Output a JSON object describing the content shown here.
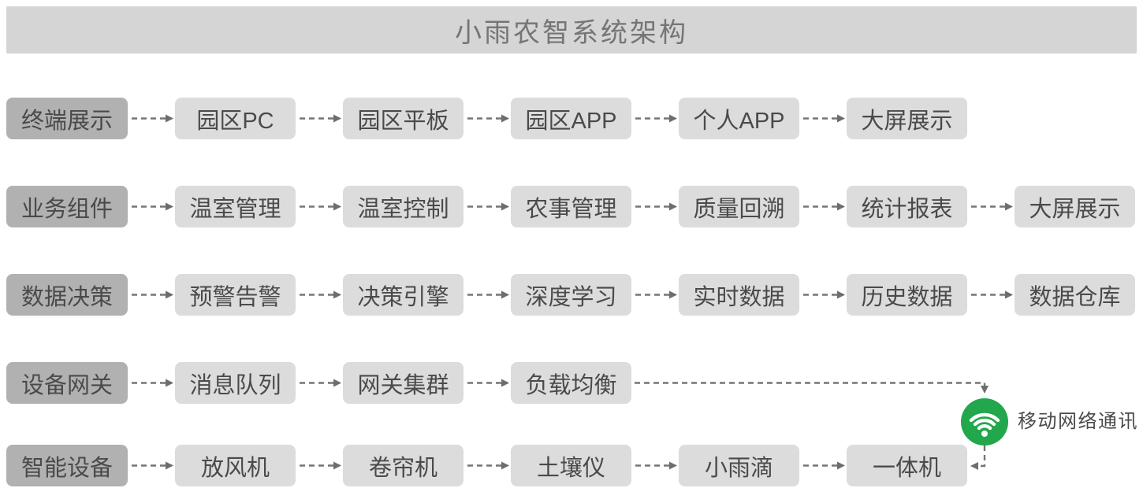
{
  "title": "小雨农智系统架构",
  "colors": {
    "wifi_green": "#22a74c",
    "arrow": "#757575",
    "arrowhead": "#6d6d6d",
    "label_box": "#b1b1b1",
    "node_box": "#dcdcdc",
    "title_bar": "#d5d5d5",
    "title_text": "#757575",
    "box_text": "#4a4a4a"
  },
  "rows": [
    {
      "label": "终端展示",
      "boxes": [
        "园区PC",
        "园区平板",
        "园区APP",
        "个人APP",
        "大屏展示"
      ]
    },
    {
      "label": "业务组件",
      "boxes": [
        "温室管理",
        "温室控制",
        "农事管理",
        "质量回溯",
        "统计报表",
        "大屏展示"
      ]
    },
    {
      "label": "数据决策",
      "boxes": [
        "预警告警",
        "决策引擎",
        "深度学习",
        "实时数据",
        "历史数据",
        "数据仓库"
      ]
    },
    {
      "label": "设备网关",
      "boxes": [
        "消息队列",
        "网关集群",
        "负载均衡"
      ]
    },
    {
      "label": "智能设备",
      "boxes": [
        "放风机",
        "卷帘机",
        "土壤仪",
        "小雨滴",
        "一体机"
      ]
    }
  ],
  "wifi": {
    "icon": "wifi-icon",
    "label": "移动网络通讯"
  }
}
